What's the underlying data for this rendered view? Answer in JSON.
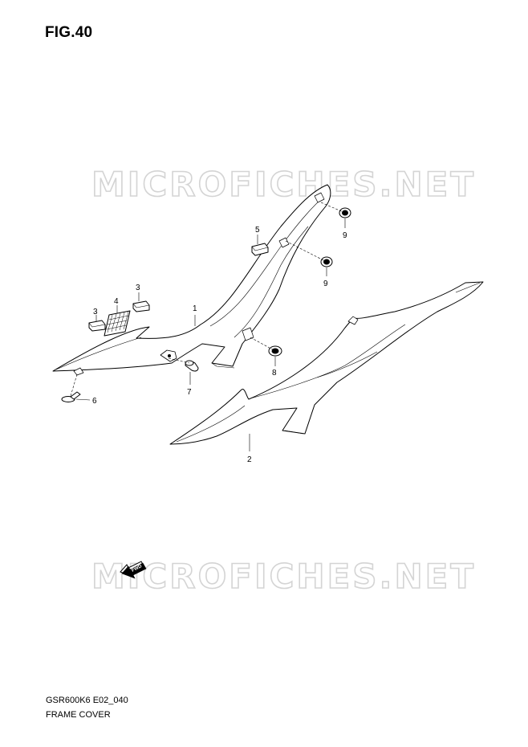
{
  "figure": {
    "title": "FIG.40",
    "model_code": "GSR600K6 E02_040",
    "section_name": "FRAME COVER"
  },
  "watermark": {
    "text": "MICROFICHES.NET"
  },
  "direction_marker": {
    "label": "FWD"
  },
  "parts": [
    {
      "id": "1",
      "name": "frame-cover-left"
    },
    {
      "id": "2",
      "name": "frame-cover-right"
    },
    {
      "id": "3",
      "name": "cushion"
    },
    {
      "id": "4",
      "name": "cushion-pad"
    },
    {
      "id": "5",
      "name": "cushion"
    },
    {
      "id": "6",
      "name": "screw"
    },
    {
      "id": "7",
      "name": "fastener"
    },
    {
      "id": "8",
      "name": "grommet"
    },
    {
      "id": "9",
      "name": "grommet"
    }
  ],
  "callouts": {
    "c1": "1",
    "c2": "2",
    "c3a": "3",
    "c3b": "3",
    "c4": "4",
    "c5": "5",
    "c6": "6",
    "c7": "7",
    "c8": "8",
    "c9a": "9",
    "c9b": "9"
  },
  "colors": {
    "line": "#000000",
    "watermark_outline": "#d4d4d4",
    "background": "#ffffff"
  }
}
